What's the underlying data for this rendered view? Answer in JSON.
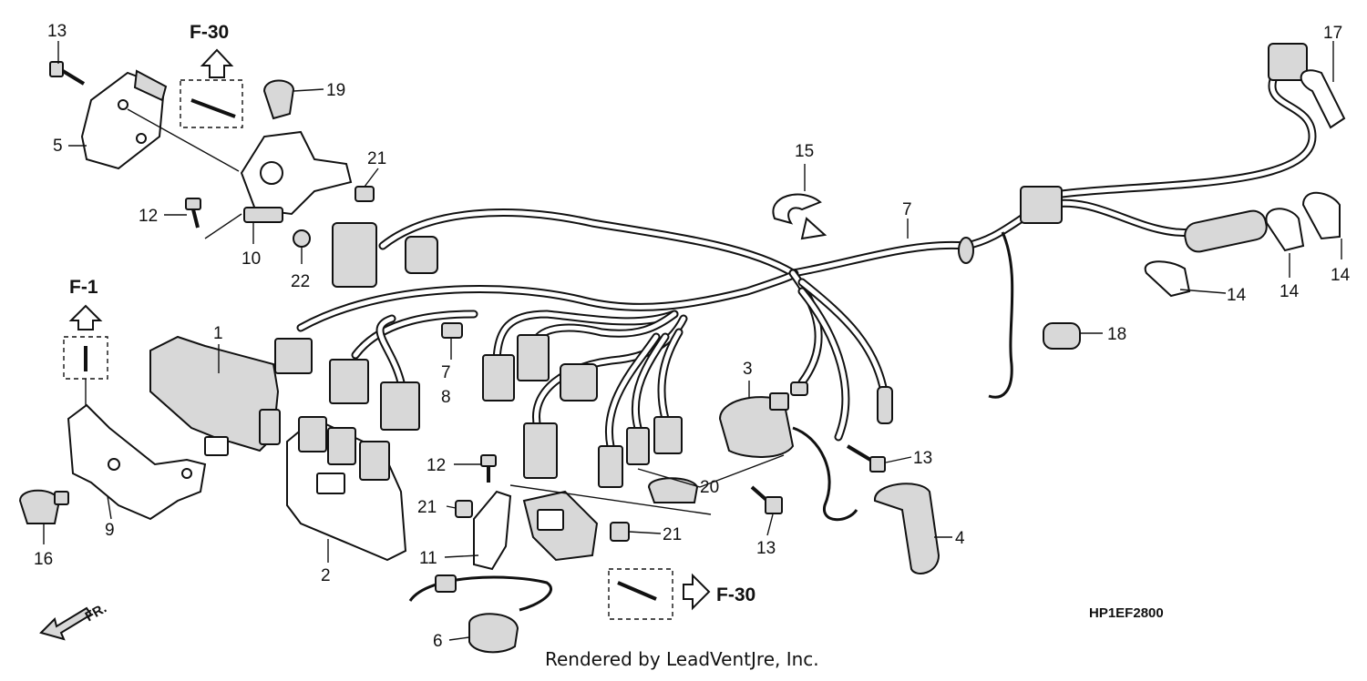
{
  "callouts": {
    "c13_top": "13",
    "c5": "5",
    "c12_top": "12",
    "c10": "10",
    "c19": "19",
    "c21_top": "21",
    "c22": "22",
    "c15": "15",
    "c7_harness": "7",
    "c17": "17",
    "c14_a": "14",
    "c14_b": "14",
    "c14_c": "14",
    "c18": "18",
    "c1": "1",
    "c7_small": "7",
    "c8": "8",
    "c3": "3",
    "c13_mid": "13",
    "c20": "20",
    "c13_low": "13",
    "c4": "4",
    "c12_low": "12",
    "c21_left": "21",
    "c21_right": "21",
    "c11": "11",
    "c2": "2",
    "c9": "9",
    "c16": "16",
    "c6": "6"
  },
  "references": {
    "f30_top": "F-30",
    "f1": "F-1",
    "f30_bottom": "F-30"
  },
  "front_arrow_label": "FR.",
  "diagram_code": "HP1EF2800",
  "credit": "Rendered by LeadVentJre, Inc."
}
